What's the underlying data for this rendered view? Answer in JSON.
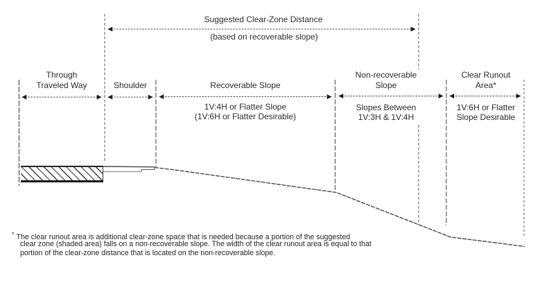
{
  "colors": {
    "ink": "#2b2b2b",
    "line": "#4f4f4f",
    "arrowhead": "#1f1f1f",
    "paper": "#ffffff"
  },
  "header": {
    "title": "Suggested Clear-Zone Distance",
    "subtitle": "(based on recoverable slope)"
  },
  "sections": [
    {
      "line1": "Through",
      "line2": "Traveled Way"
    },
    {
      "line1": "Shoulder"
    },
    {
      "line1": "Recoverable Slope",
      "sub1": "1V:4H or Flatter Slope",
      "sub2": "(1V:6H or Flatter Desirable)"
    },
    {
      "line1": "Non-recoverable",
      "line2": "Slope",
      "sub1": "Slopes Between",
      "sub2": "1V:3H & 1V:4H"
    },
    {
      "line1": "Clear Runout",
      "line2": "Area*",
      "sub1": "1V:6H or Flatter",
      "sub2": "Slope Desirable"
    }
  ],
  "footnote": {
    "marker": "*",
    "lines": [
      "The clear runout area is additional clear-zone space that is needed because a portion of the suggested",
      "clear zone (shaded area) falls on a non-recoverable slope. The width of the clear runout area is equal to that",
      "portion of the clear-zone distance that is located on the non-recoverable slope."
    ]
  }
}
